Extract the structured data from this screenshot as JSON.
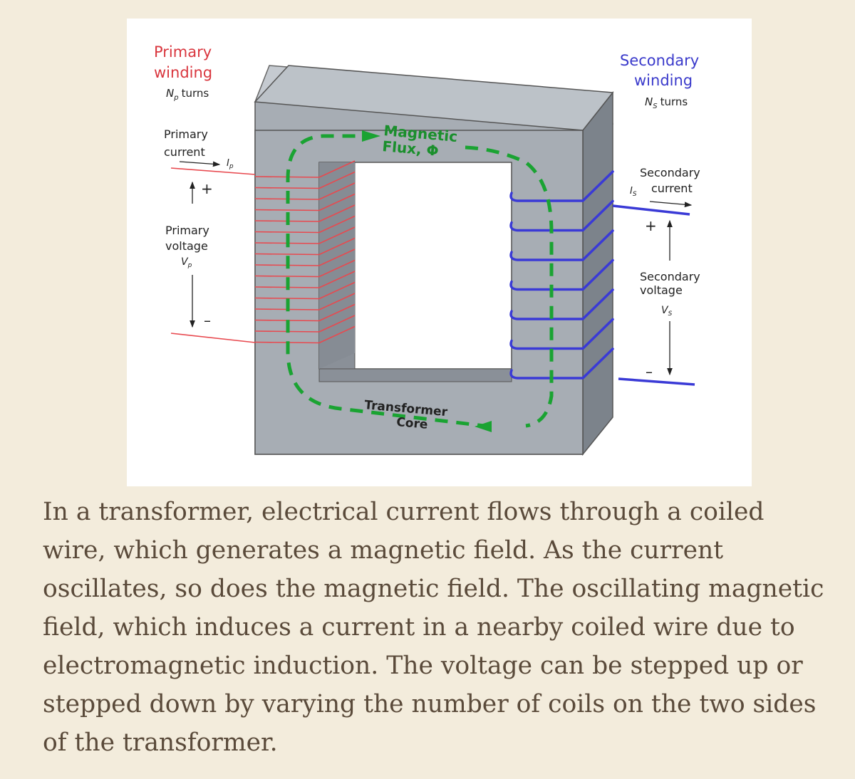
{
  "diagram": {
    "primary_winding_title": "Primary winding",
    "primary_winding_title_line1": "Primary",
    "primary_winding_title_line2": "winding",
    "primary_turns": "Np turns",
    "primary_turns_symbol": "N",
    "primary_turns_sub": "p",
    "primary_turns_word": "turns",
    "primary_current_line1": "Primary",
    "primary_current_line2": "current",
    "primary_current_symbol": "I",
    "primary_current_sub": "p",
    "primary_voltage_line1": "Primary",
    "primary_voltage_line2": "voltage",
    "primary_voltage_symbol": "V",
    "primary_voltage_sub": "p",
    "plus_sign": "+",
    "minus_sign": "–",
    "secondary_winding_title_line1": "Secondary",
    "secondary_winding_title_line2": "winding",
    "secondary_turns_symbol": "N",
    "secondary_turns_sub": "S",
    "secondary_turns_word": "turns",
    "secondary_current_line1": "Secondary",
    "secondary_current_line2": "current",
    "secondary_current_symbol": "I",
    "secondary_current_sub": "S",
    "secondary_voltage_line1": "Secondary",
    "secondary_voltage_line2": "voltage",
    "secondary_voltage_symbol": "V",
    "secondary_voltage_sub": "S",
    "flux_line1": "Magnetic",
    "flux_line2": "Flux, Φ",
    "core_line1": "Transformer",
    "core_line2": "Core",
    "colors": {
      "primary": "#e8494f",
      "secondary": "#3a3ad6",
      "flux": "#1aa332",
      "core_front": "#a7adb4",
      "core_top": "#bcc2c8",
      "core_side": "#7c838b"
    }
  },
  "caption": "In a transformer, electrical current flows through a coiled wire, which generates a magnetic field. As the current oscillates, so does the magnetic field. The oscillating magnetic field, which induces a current in a nearby coiled wire due to electromagnetic induction. The voltage can be stepped up or stepped down by varying the number of coils on the two sides of the transformer."
}
